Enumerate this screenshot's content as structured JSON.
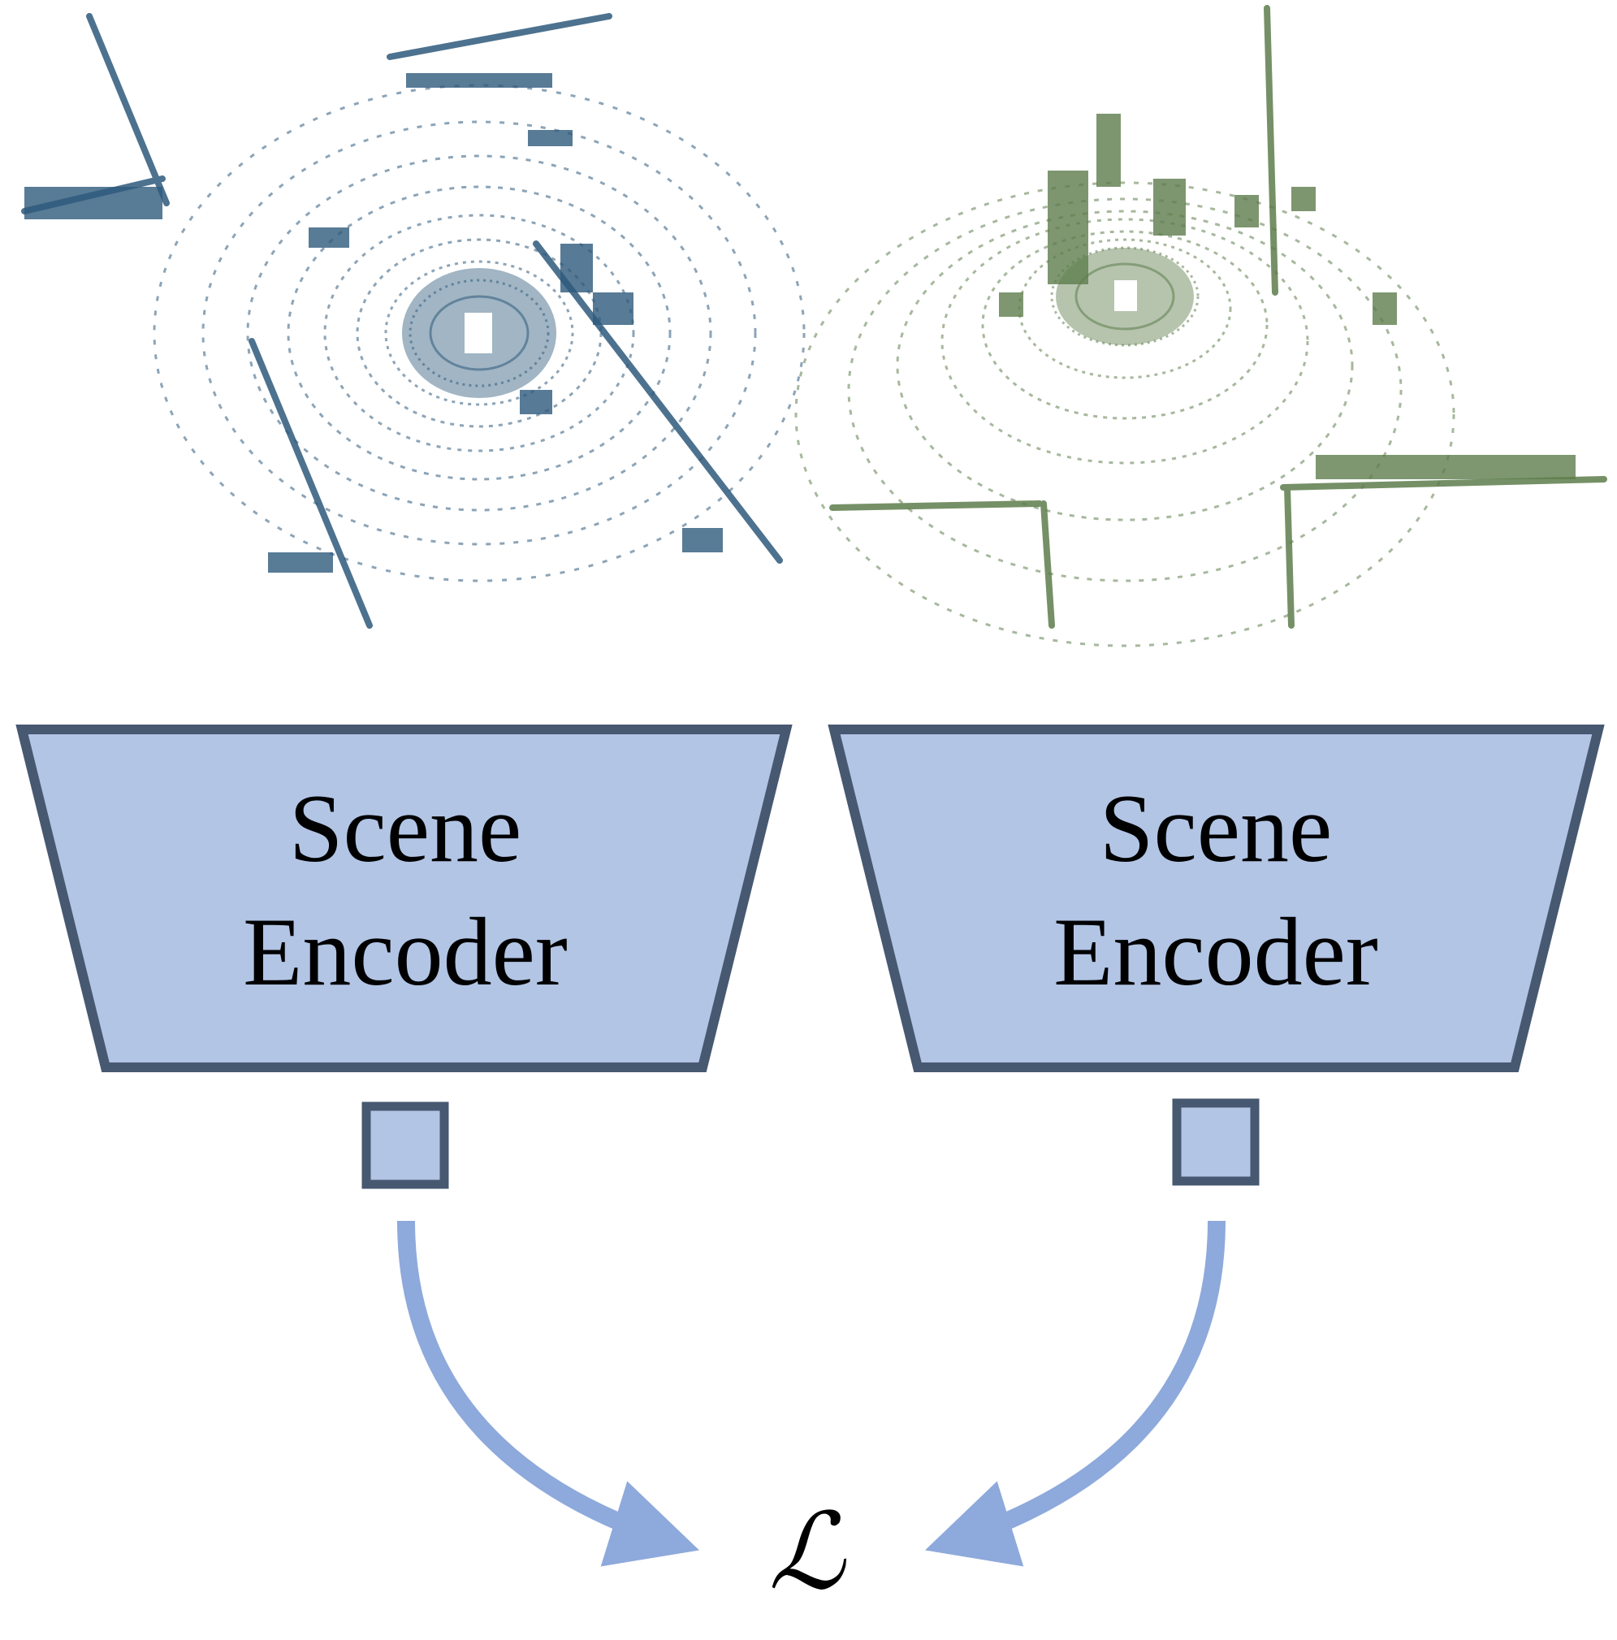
{
  "colors": {
    "scan_left": "#2e5a7c",
    "scan_right": "#5e7d4c",
    "encoder_fill": "#b2c5e5",
    "encoder_stroke": "#475871",
    "arrow": "#8ea9db"
  },
  "left_branch": {
    "scan_icon": "lidar-point-cloud-blue",
    "encoder_line1": "Scene",
    "encoder_line2": "Encoder"
  },
  "right_branch": {
    "scan_icon": "lidar-point-cloud-green",
    "encoder_line1": "Scene",
    "encoder_line2": "Encoder"
  },
  "loss_symbol": "ℒ"
}
